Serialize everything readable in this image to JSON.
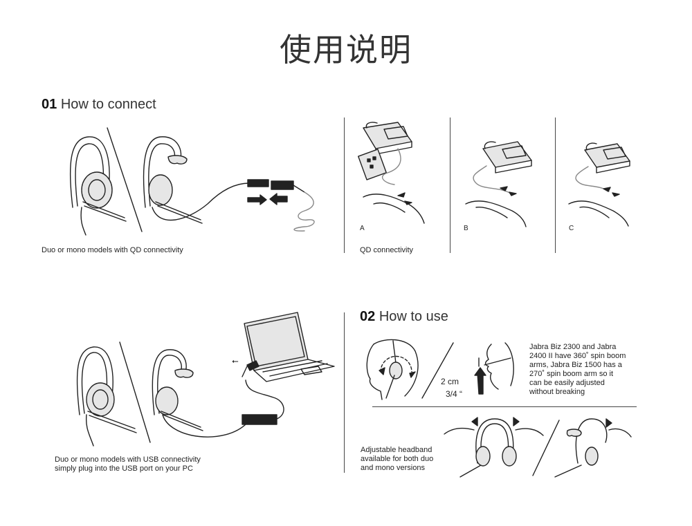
{
  "title": "使用说明",
  "section1": {
    "number": "01",
    "title": "How to connect",
    "caption_qd_models": "Duo or mono models with QD connectivity",
    "caption_qd": "QD connectivity",
    "label_a": "A",
    "label_b": "B",
    "label_c": "C",
    "caption_usb_line1": "Duo or mono models with USB connectivity",
    "caption_usb_line2": "simply plug into the USB port on your PC"
  },
  "section2": {
    "number": "02",
    "title": "How to use",
    "distance_cm": "2 cm",
    "distance_in": "3/4 “",
    "boom_text": [
      "Jabra Biz 2300 and Jabra",
      "2400 II have 360˚ spin boom",
      "arms, Jabra Biz 1500 has a",
      "270˚ spin boom arm so it",
      "can be easily adjusted",
      "without breaking"
    ],
    "headband_text": [
      "Adjustable headband",
      "available for both duo",
      "and mono versions"
    ]
  }
}
